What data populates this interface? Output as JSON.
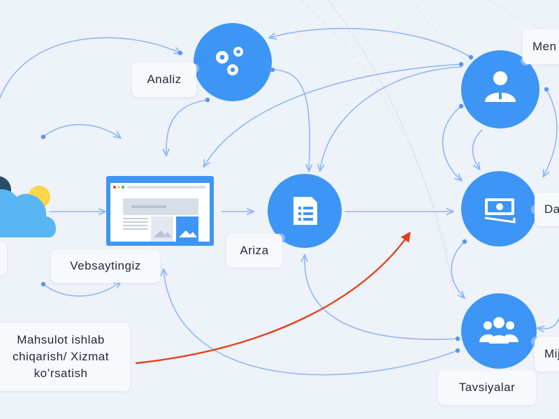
{
  "labels": {
    "analiz": "Analiz",
    "websayt": "Vebsaytingiz",
    "ariza": "Ariza",
    "tavsiyalar": "Tavsiyalar",
    "menejer_partial": "Men",
    "daromad_partial": "Da",
    "mijoz_partial": "Mij",
    "mahsulot_lines": [
      "Mahsulot ishlab",
      "chiqarish/ Xizmat",
      "ko’rsatish"
    ]
  },
  "icons": {
    "analiz": "gears-icon",
    "ariza": "document-form-icon",
    "menejer": "manager-person-icon",
    "daromad": "money-icon",
    "mijozlar": "customers-group-icon",
    "websayt": "website-browser-icon",
    "weather": "cloud-sun-icon"
  },
  "colors": {
    "background": "#eef2f9",
    "node": "#3d95f5",
    "connector": "#8fb8f5",
    "dot": "#5b96ec",
    "highlight_arrow": "#e3401c",
    "cloud": "#5ab5f3",
    "sun": "#ffd54a"
  }
}
